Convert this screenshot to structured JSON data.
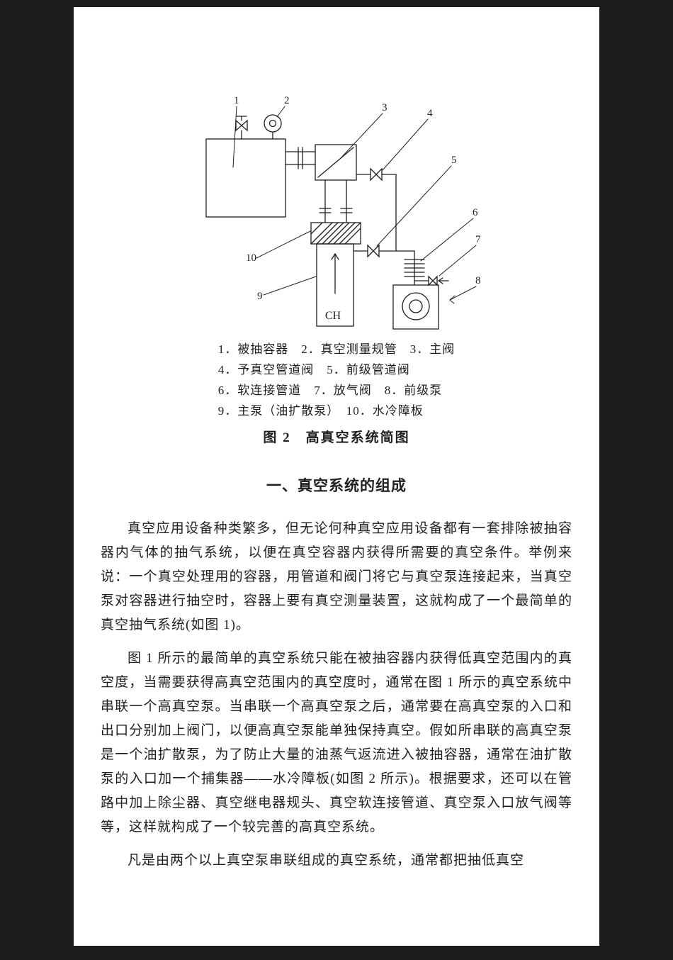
{
  "page": {
    "colors": {
      "surround": "#1c1c1c",
      "paper": "#ffffff",
      "ink": "#1f1f1f"
    },
    "figure": {
      "marks": [
        "1",
        "2",
        "3",
        "4",
        "5",
        "6",
        "7",
        "8",
        "9",
        "10"
      ],
      "ch_label": "CH",
      "legend_lines": [
        "1．被抽容器　2．真空测量规管　3．主阀",
        "4．予真空管道阀　5．前级管道阀",
        "6．软连接管道　7．放气阀　8．前级泵",
        "9．主泵（油扩散泵）　10．水冷障板"
      ],
      "caption": "图 2　高真空系统简图"
    },
    "heading": "一、真空系统的组成",
    "paragraphs": [
      "真空应用设备种类繁多，但无论何种真空应用设备都有一套排除被抽容器内气体的抽气系统，以便在真空容器内获得所需要的真空条件。举例来说：一个真空处理用的容器，用管道和阀门将它与真空泵连接起来，当真空泵对容器进行抽空时，容器上要有真空测量装置，这就构成了一个最简单的真空抽气系统(如图 1)。",
      "图 1 所示的最简单的真空系统只能在被抽容器内获得低真空范围内的真空度，当需要获得高真空范围内的真空度时，通常在图 1 所示的真空系统中串联一个高真空泵。当串联一个高真空泵之后，通常要在高真空泵的入口和出口分别加上阀门，以便高真空泵能单独保持真空。假如所串联的高真空泵是一个油扩散泵，为了防止大量的油蒸气返流进入被抽容器，通常在油扩散泵的入口加一个捕集器——水冷障板(如图 2 所示)。根据要求，还可以在管路中加上除尘器、真空继电器规头、真空软连接管道、真空泵入口放气阀等等，这样就构成了一个较完善的高真空系统。",
      "凡是由两个以上真空泵串联组成的真空系统，通常都把抽低真空"
    ]
  }
}
